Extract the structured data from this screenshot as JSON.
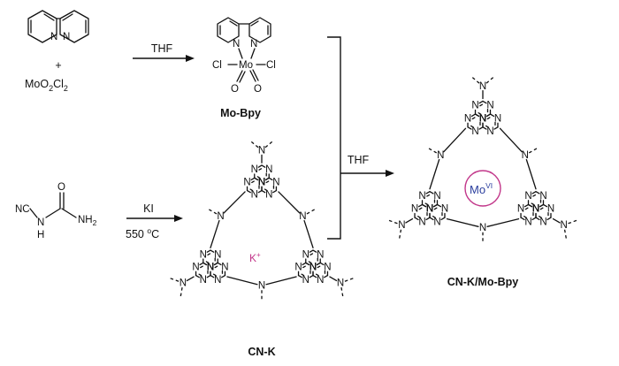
{
  "reagents": {
    "plus": "+",
    "moo2cl2": [
      "MoO",
      "2",
      "Cl",
      "2"
    ],
    "cyanourea": {
      "nc": "NC",
      "h": "H",
      "o": "O",
      "nh2": [
        "NH",
        "2"
      ]
    }
  },
  "conditions": {
    "thf_top": "THF",
    "ki": "KI",
    "temperature": [
      "550 ",
      "o",
      "C"
    ],
    "thf_main": "THF"
  },
  "mo_bpy": {
    "label": "Mo-Bpy",
    "n": "N",
    "cl": "Cl",
    "mo": "Mo",
    "o": "O"
  },
  "cnk": {
    "label": "CN-K",
    "k": "K",
    "k_charge": "+"
  },
  "product": {
    "label": "CN-K/Mo-Bpy",
    "mo": "Mo",
    "mo_ox": "VI"
  },
  "atoms": {
    "n": "N"
  },
  "colors": {
    "potassium": "#c2378a",
    "molybdenum": "#2b3f9e",
    "ring": "#c2378a"
  }
}
